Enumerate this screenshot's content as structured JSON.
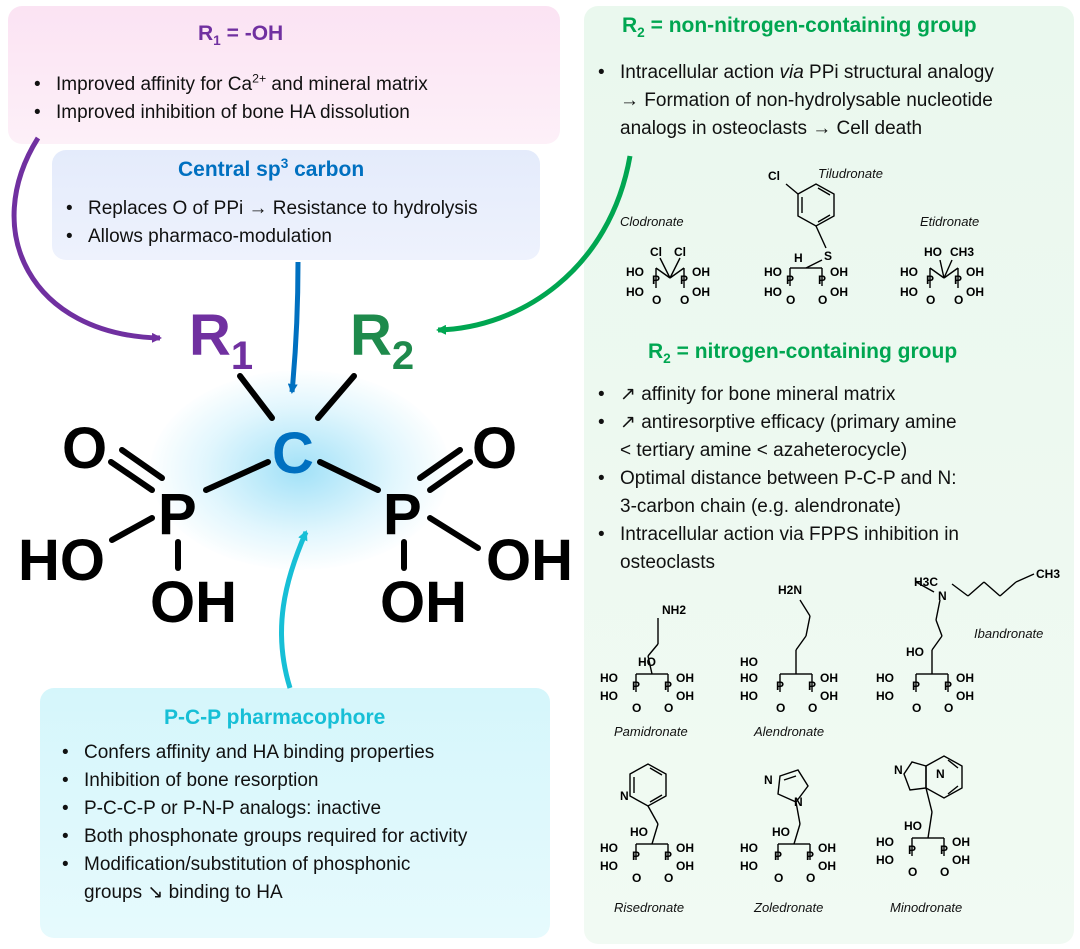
{
  "r1": {
    "title_pre": "R",
    "title_sub": "1",
    "title_post": " = -OH",
    "b1_pre": "Improved affinity for Ca",
    "b1_sup": "2+",
    "b1_post": " and mineral matrix",
    "b2": "Improved inhibition of bone HA dissolution"
  },
  "sp3": {
    "title_pre": "Central sp",
    "title_sup": "3",
    "title_post": " carbon",
    "b1": "Replaces O of PPi → Resistance to hydrolysis",
    "b2": "Allows pharmaco-modulation"
  },
  "pcp": {
    "title": "P-C-P pharmacophore",
    "items": [
      "Confers affinity and HA binding properties",
      "Inhibition of bone resorption",
      "P-C-C-P or P-N-P analogs: inactive",
      "Both phosphonate groups required for activity",
      "Modification/substitution of phosphonic",
      "groups ↘ binding to HA"
    ]
  },
  "r2_non": {
    "title_pre": "R",
    "title_sub": "2",
    "title_post": " = non-nitrogen-containing group",
    "l1_pre": "Intracellular action ",
    "l1_em": "via",
    "l1_post": " PPi structural analogy",
    "l2": "→ Formation of non-hydrolysable nucleotide",
    "l3": "analogs in osteoclasts → Cell death",
    "drugs": [
      "Clodronate",
      "Tiludronate",
      "Etidronate"
    ]
  },
  "r2_n": {
    "title_pre": "R",
    "title_sub": "2",
    "title_post": " = nitrogen-containing group",
    "lines": [
      "↗ affinity for bone mineral matrix",
      "↗ antiresorptive efficacy (primary amine",
      "< tertiary amine < azaheterocycle)",
      "Optimal distance between P-C-P and N:",
      "3-carbon chain (e.g. alendronate)",
      "Intracellular action via FPPS inhibition in",
      "osteoclasts"
    ],
    "drugs": [
      "Pamidronate",
      "Alendronate",
      "Ibandronate",
      "Risedronate",
      "Zoledronate",
      "Minodronate"
    ]
  },
  "core": {
    "r1_letter": "R",
    "r1_sub": "1",
    "r2_letter": "R",
    "r2_sub": "2",
    "carbon": "C",
    "p_left": "P",
    "p_right": "P",
    "o_left": "O",
    "o_right": "O",
    "ho_left": "HO",
    "oh_left": "OH",
    "oh_right_side": "OH",
    "oh_right": "OH"
  },
  "atoms": {
    "cl": "Cl",
    "h": "H",
    "s": "S",
    "ch3": "CH3",
    "ho": "HO",
    "oh": "OH",
    "o": "O",
    "p": "P",
    "n": "N",
    "nh2": "NH2",
    "h2n": "H2N",
    "h3c": "H3C"
  },
  "colors": {
    "r1": "#7030a0",
    "sp3": "#0070c0",
    "pcp": "#17bfd6",
    "r2": "#00a651",
    "core_r1": "#7030a0",
    "core_r2": "#1e8a4c"
  }
}
